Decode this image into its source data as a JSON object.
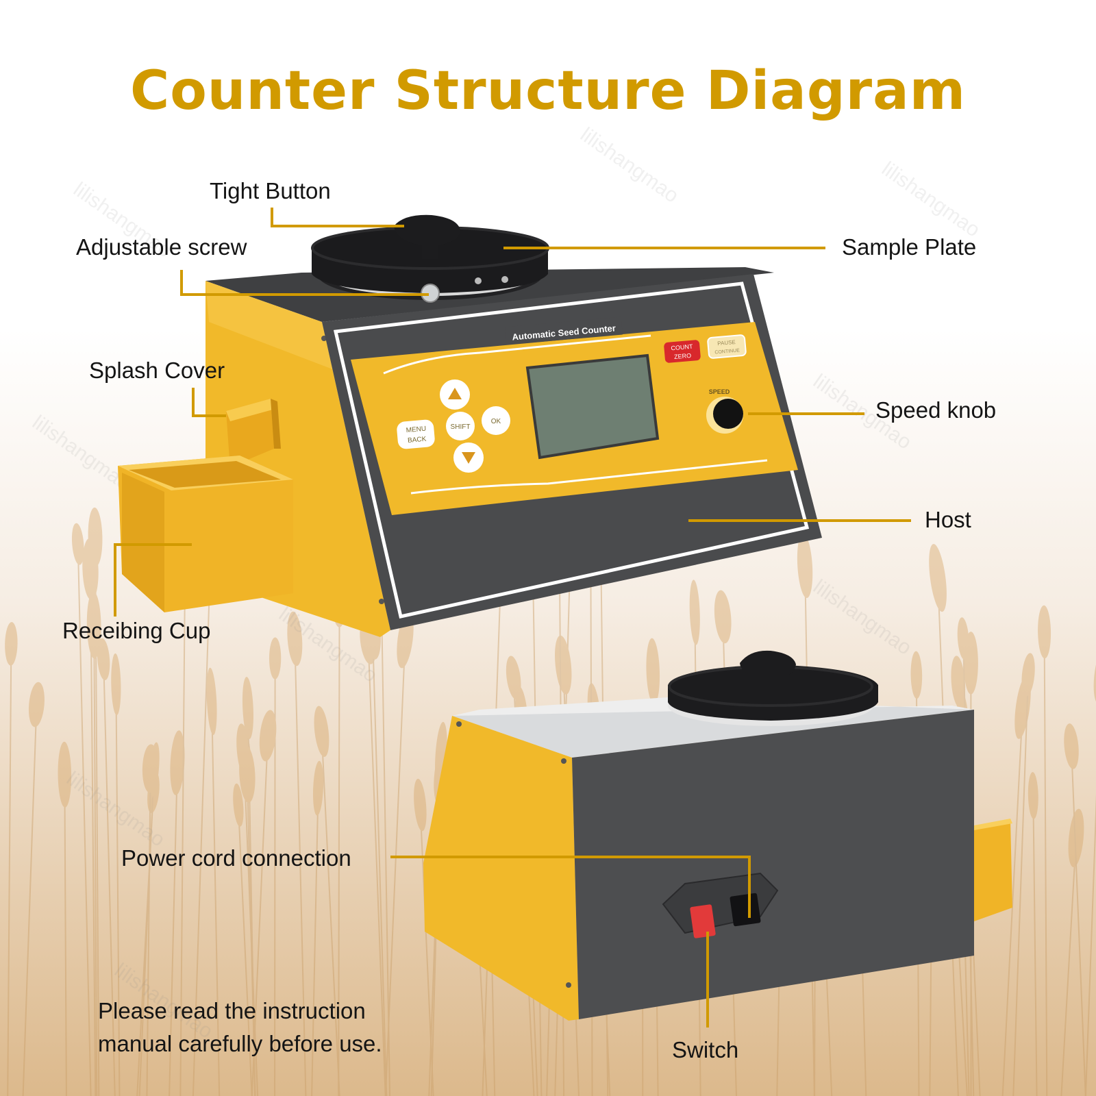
{
  "title": "Counter Structure Diagram",
  "colors": {
    "accent": "#d19a00",
    "body_yellow": "#f1b92a",
    "panel_dark": "#4a4b4d",
    "lcd": "#6e7f72",
    "label_text": "#141414"
  },
  "labels": {
    "tight_button": "Tight Button",
    "adjustable_screw": "Adjustable screw",
    "sample_plate": "Sample Plate",
    "splash_cover": "Splash Cover",
    "speed_knob": "Speed knob",
    "host": "Host",
    "receiving_cup": "Receibing Cup",
    "power_cord": "Power cord connection",
    "switch": "Switch"
  },
  "note_lines": [
    "Please read the instruction",
    "manual carefully before use."
  ],
  "device_panel": {
    "brand": "Automatic Seed Counter",
    "menu_label": "MENU",
    "back_label": "BACK",
    "shift_label": "SHIFT",
    "ok_label": "OK",
    "count_label": "COUNT",
    "zero_label": "ZERO",
    "pause_label": "PAUSE",
    "continue_label": "CONTINUE",
    "speed_label": "SPEED"
  },
  "watermark": "lilishangmao"
}
